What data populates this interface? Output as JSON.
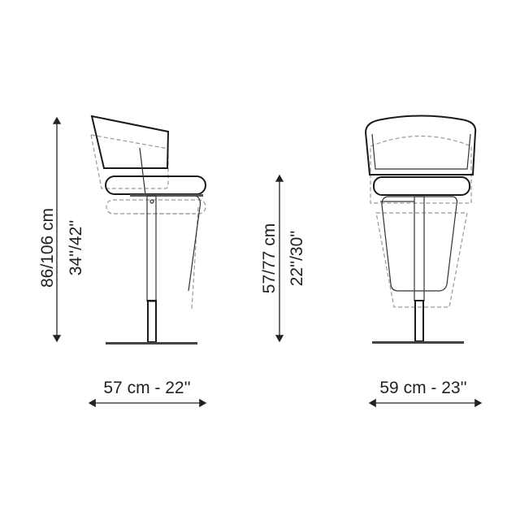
{
  "side_view": {
    "height_label": "86/106 cm",
    "height_label_in": "34''/42''",
    "depth_label": "57 cm - 22''"
  },
  "seat_height": {
    "label_cm": "57/77 cm",
    "label_in": "22''/30''"
  },
  "front_view": {
    "width_label": "59 cm - 23''"
  },
  "colors": {
    "line": "#1a1a1a",
    "dashed": "#999999"
  }
}
